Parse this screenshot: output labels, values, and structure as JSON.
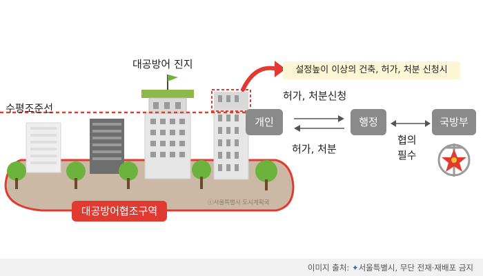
{
  "labels": {
    "horizon_line": "수평조준선",
    "air_defense_position": "대공방어 진지",
    "callout": "설정높이 이상의 건축, 허가, 처분 신청시",
    "permit_request": "허가, 처분신청",
    "permit_decision": "허가, 처분",
    "consultation": "협의\n필수",
    "zone": "대공방어협조구역",
    "image_credit_small": "ⓒ서울특별시 도시계획국"
  },
  "nodes": {
    "individual": "개인",
    "administration": "행정",
    "defense_ministry": "국방부"
  },
  "footer": {
    "prefix": "이미지 출처: ",
    "source": "서울특별시, 무단 전재·재배포 금지"
  },
  "colors": {
    "accent_red": "#e03a31",
    "ground": "#cbb9a5",
    "node_gray": "#8a8a8a",
    "callout_bg": "#fbf6d6",
    "tree_green": "#6cb33e"
  }
}
